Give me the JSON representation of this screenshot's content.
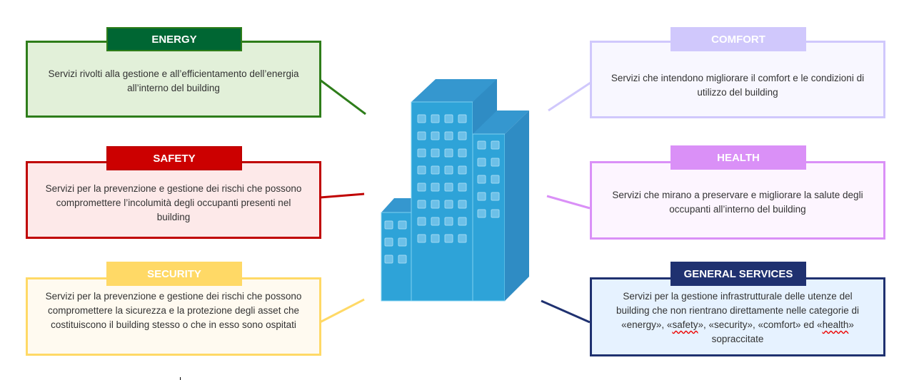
{
  "categories": {
    "energy": {
      "title": "ENERGY",
      "description": "Servizi rivolti alla gestione e all’efficientamento dell’energia all’interno del building",
      "color": "#006633",
      "fill": "#e2f0d9",
      "border": "#2e7d1a"
    },
    "safety": {
      "title": "SAFETY",
      "description": "Servizi per la prevenzione e gestione dei rischi che possono compromettere l’incolumità degli occupanti presenti nel building",
      "color": "#cc0000",
      "fill": "#fde9e9",
      "border": "#c00000"
    },
    "security": {
      "title": "SECURITY",
      "description": "Servizi per la prevenzione e gestione dei rischi che possono compromettere la sicurezza e la protezione degli asset che costituiscono il building stesso o che in esso sono ospitati",
      "color": "#ffd966",
      "fill": "#fffaf0",
      "border": "#ffd966"
    },
    "comfort": {
      "title": "COMFORT",
      "description": "Servizi che intendono migliorare il comfort e le condizioni di utilizzo del building",
      "color": "#d0c8fc",
      "fill": "#f8f7ff",
      "border": "#d0c8fc"
    },
    "health": {
      "title": "HEALTH",
      "description": "Servizi che mirano a preservare e migliorare la salute degli occupanti all’interno del building",
      "color": "#da90f7",
      "fill": "#fdf5ff",
      "border": "#da90f7"
    },
    "general": {
      "title": "GENERAL SERVICES",
      "description_1": "Servizi per la gestione infrastrutturale delle utenze del building che non rientrano direttamente nelle categorie di «energy», «",
      "description_safety": "safety",
      "description_2": "», «security», «comfort» ed «",
      "description_health": "health",
      "description_3": "» sopraccitate",
      "color": "#1f3170",
      "fill": "#e6f2ff",
      "border": "#1f3170"
    }
  },
  "center": {
    "icon": "building-icon",
    "color": "#2e9fd4"
  }
}
